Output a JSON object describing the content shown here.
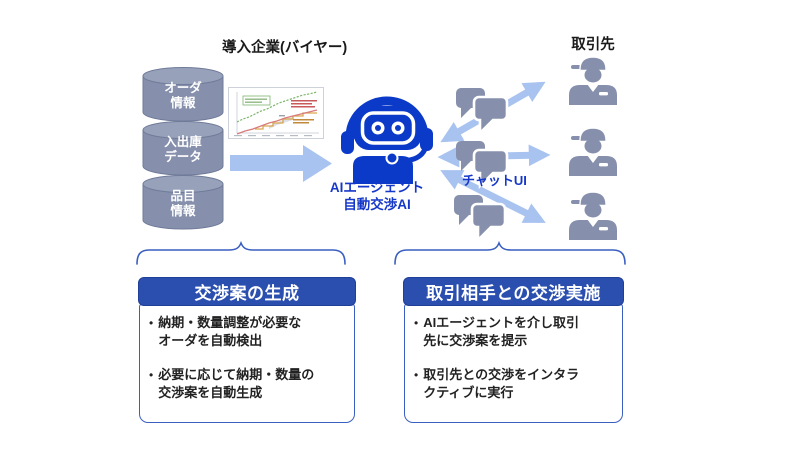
{
  "titles": {
    "buyer": "導入企業(バイヤー)",
    "partners": "取引先"
  },
  "databases": [
    {
      "label": "オーダ\n情報"
    },
    {
      "label": "入出庫\nデータ"
    },
    {
      "label": "品目\n情報"
    }
  ],
  "agent": {
    "label": "AIエージェント\n自動交渉AI"
  },
  "chat_ui_label": "チャットUI",
  "panels": [
    {
      "title": "交渉案の生成",
      "bullets": [
        "納期・数量調整が必要な\nオーダを自動検出",
        "必要に応じて納期・数量の\n交渉案を自動生成"
      ]
    },
    {
      "title": "取引相手との交渉実施",
      "bullets": [
        "AIエージェントを介し取引\n先に交渉案を提示",
        "取引先との交渉をインタラ\nクティブに実行"
      ]
    }
  ],
  "colors": {
    "slate": "#8690AC",
    "slate_light": "#98A1BA",
    "arrow_blue": "#A9C3F0",
    "robot_blue": "#0B3AC8",
    "label_blue": "#1638C8",
    "header_blue": "#2B4FAF",
    "border_blue": "#3A5FC0"
  }
}
